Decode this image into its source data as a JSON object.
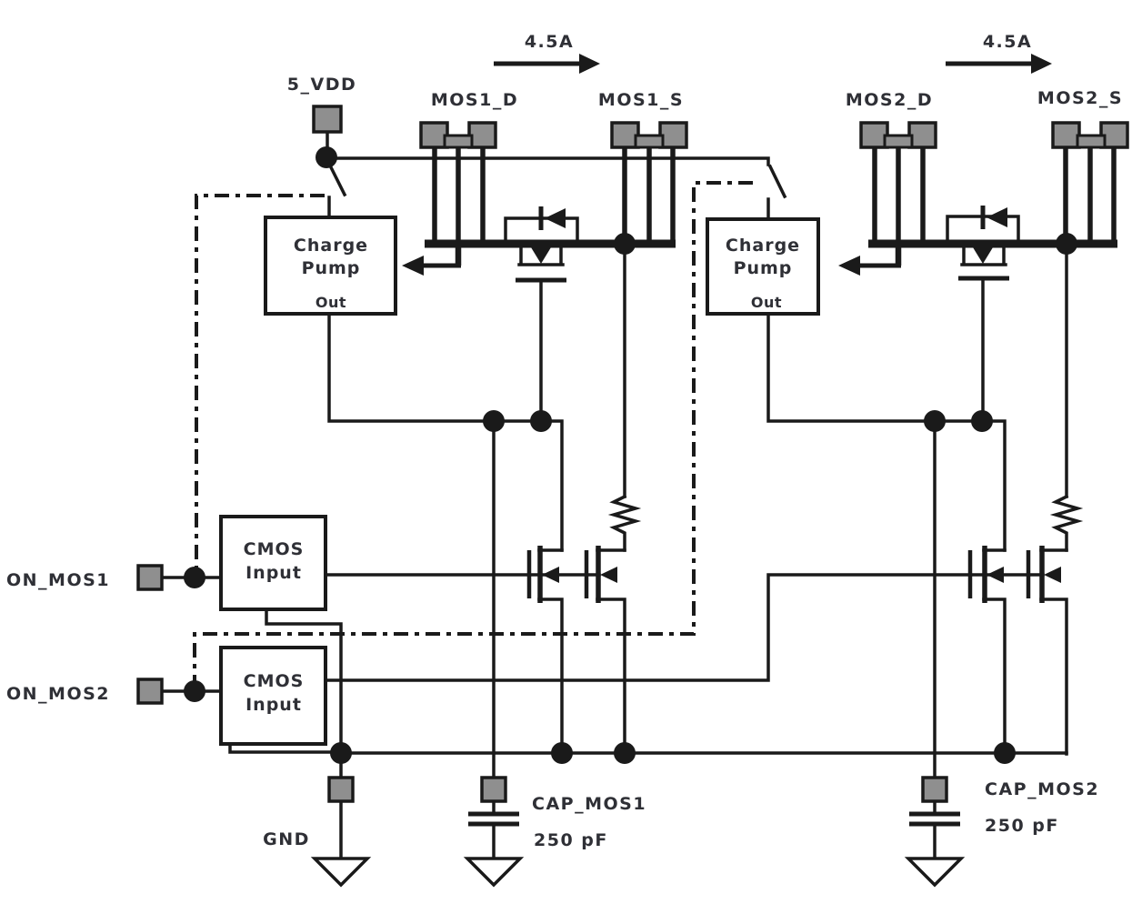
{
  "labels": {
    "vdd": "5_VDD",
    "mos1_d": "MOS1_D",
    "mos1_s": "MOS1_S",
    "mos2_d": "MOS2_D",
    "mos2_s": "MOS2_S",
    "on_mos1": "ON_MOS1",
    "on_mos2": "ON_MOS2",
    "gnd": "GND",
    "cap_mos1": "CAP_MOS1",
    "cap_mos2": "CAP_MOS2"
  },
  "blocks": {
    "charge_pump": {
      "line1": "Charge",
      "line2": "Pump",
      "out": "Out"
    },
    "cmos_input": {
      "line1": "CMOS",
      "line2": "Input"
    }
  },
  "annotations": {
    "current_left": "4.5A",
    "current_right": "4.5A",
    "cap_left_value": "250 pF",
    "cap_right_value": "250 pF"
  },
  "colors": {
    "wire": "#1a1a1a",
    "pad_fill": "#8f8f8f",
    "text": "#2f3036",
    "background": "#ffffff"
  }
}
